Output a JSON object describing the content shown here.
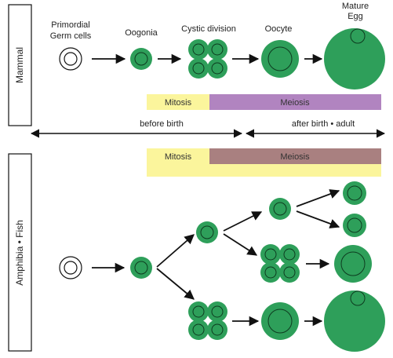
{
  "colors": {
    "cell_fill": "#2e9f5a",
    "cell_stroke": "#1b6e3a",
    "mitosis_bar": "#fbf59c",
    "meiosis_bar_mammal": "#b184c0",
    "meiosis_bar_fish": "#a98080",
    "line": "#111111"
  },
  "mammal": {
    "side_label": "Mammal",
    "stages": [
      {
        "line1": "Primordial",
        "line2": "Germ cells",
        "icon": "germ-cell-icon"
      },
      {
        "line1": "",
        "line2": "Oogonia",
        "icon": "oogonium-cell-icon"
      },
      {
        "line1": "",
        "line2": "Cystic division",
        "icon": "cyst-cell-icon"
      },
      {
        "line1": "",
        "line2": "Oocyte",
        "icon": "oocyte-cell-icon"
      },
      {
        "line1": "Mature",
        "line2": "Egg",
        "icon": "mature-egg-icon"
      }
    ],
    "phase_mitosis": "Mitosis",
    "phase_meiosis": "Meiosis"
  },
  "timeline": {
    "before": "before birth",
    "after": "after birth • adult"
  },
  "fish": {
    "side_label": "Amphibia • Fish",
    "phase_mitosis": "Mitosis",
    "phase_meiosis": "Meiosis"
  }
}
